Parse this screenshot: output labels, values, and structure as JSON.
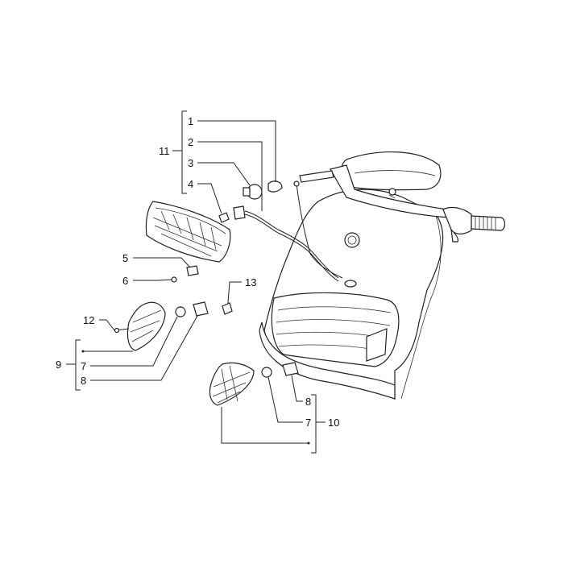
{
  "diagram": {
    "callouts": [
      {
        "key": "c1",
        "text": "1"
      },
      {
        "key": "c2",
        "text": "2"
      },
      {
        "key": "c3",
        "text": "3"
      },
      {
        "key": "c4",
        "text": "4"
      },
      {
        "key": "c5",
        "text": "5"
      },
      {
        "key": "c6",
        "text": "6"
      },
      {
        "key": "c7a",
        "text": "7"
      },
      {
        "key": "c8a",
        "text": "8"
      },
      {
        "key": "c9",
        "text": "9"
      },
      {
        "key": "c10",
        "text": "10"
      },
      {
        "key": "c11",
        "text": "11"
      },
      {
        "key": "c12",
        "text": "12"
      },
      {
        "key": "c13",
        "text": "13"
      },
      {
        "key": "c8b",
        "text": "8"
      },
      {
        "key": "c7b",
        "text": "7"
      }
    ]
  }
}
